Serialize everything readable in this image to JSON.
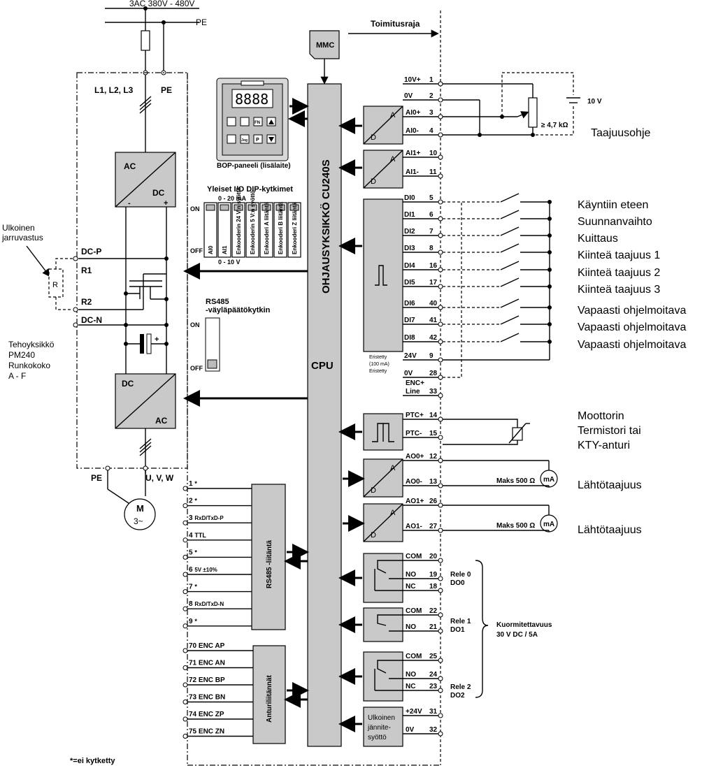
{
  "supply": {
    "voltage": "3AC 380V - 480V",
    "pe": "PE",
    "lines": "L1, L2, L3",
    "pe2": "PE"
  },
  "boundary": {
    "label": "Toimitusraja"
  },
  "mmc": "MMC",
  "bop": {
    "display": "8888",
    "label": "BOP-paneeli (lisälaite)",
    "keys": [
      "FN",
      "P",
      "Jog"
    ]
  },
  "cpu": {
    "title": "OHJAUSYKSIKKÖ CU240S",
    "cpu_label": "CPU"
  },
  "power": {
    "ac": "AC",
    "dc": "DC",
    "minus": "-",
    "plus": "+",
    "ext_brake": [
      "Ulkoinen",
      "jarruvastus"
    ],
    "resistor": "R",
    "dcp": "DC-P",
    "r1": "R1",
    "r2": "R2",
    "dcn": "DC-N",
    "dc2": "DC",
    "ac2": "AC",
    "cap_plus": "+",
    "module": [
      "Tehoyksikkö",
      "PM240",
      "Runkokoko",
      "A - F"
    ],
    "pe_out": "PE",
    "uvw": "U, V, W",
    "motor": "M",
    "motor_phase": "3~"
  },
  "dip": {
    "title": "Yleiset I/O DIP-kytkimet",
    "top_range": "0 - 20 mA",
    "bottom_range": "0 - 10 V",
    "on": "ON",
    "off": "OFF",
    "switches": [
      "AI0",
      "AI1",
      "Enkooderin 24 V:n syöttö",
      "Enkooderin 5 V:n syöttö",
      "Enkooderi A liitäntä",
      "Enkooderi B liitäntä",
      "Enkooderi Z liitäntä"
    ]
  },
  "rs485_switch": {
    "title": [
      "RS485",
      "-väyläpäätökytkin"
    ],
    "on": "ON",
    "off": "OFF"
  },
  "ai": [
    {
      "a": "A",
      "d": "D",
      "pins": [
        {
          "name": "AI0+",
          "num": "3"
        },
        {
          "name": "AI0-",
          "num": "4"
        }
      ]
    },
    {
      "a": "A",
      "d": "D",
      "pins": [
        {
          "name": "AI1+",
          "num": "10"
        },
        {
          "name": "AI1-",
          "num": "11"
        }
      ]
    }
  ],
  "ref": {
    "pins": [
      {
        "name": "10V+",
        "num": "1"
      },
      {
        "name": "0V",
        "num": "2"
      }
    ],
    "source": "10 V",
    "pot": "≥ 4,7 kΩ",
    "label": "Taajuusohje"
  },
  "di": {
    "pins": [
      {
        "name": "DI0",
        "num": "5"
      },
      {
        "name": "DI1",
        "num": "6"
      },
      {
        "name": "DI2",
        "num": "7"
      },
      {
        "name": "DI3",
        "num": "8"
      },
      {
        "name": "DI4",
        "num": "16"
      },
      {
        "name": "DI5",
        "num": "17"
      },
      {
        "name": "DI6",
        "num": "40"
      },
      {
        "name": "DI7",
        "num": "41"
      },
      {
        "name": "DI8",
        "num": "42"
      },
      {
        "name": "24V",
        "num": "9"
      },
      {
        "name": "0V",
        "num": "28"
      },
      {
        "name": "ENC+ Line",
        "num": "33"
      }
    ],
    "labels": [
      "Käyntiin eteen",
      "Suunnanvaihto",
      "Kuittaus",
      "Kiinteä taajuus 1",
      "Kiinteä taajuus 2",
      "Kiinteä taajuus 3",
      "Vapaasti ohjelmoitava",
      "Vapaasti ohjelmoitava",
      "Vapaasti ohjelmoitava"
    ],
    "isolated": [
      "Eristetty",
      "(100 mA)",
      "Eristetty"
    ]
  },
  "ptc": {
    "pins": [
      {
        "name": "PTC+",
        "num": "14"
      },
      {
        "name": "PTC-",
        "num": "15"
      }
    ],
    "label": [
      "Moottorin",
      "Termistori tai",
      "KTY-anturi"
    ]
  },
  "ao": [
    {
      "a": "A",
      "d": "D",
      "pins": [
        {
          "name": "AO0+",
          "num": "12"
        },
        {
          "name": "AO0-",
          "num": "13"
        }
      ],
      "max": "Maks 500 Ω",
      "meter": "mA",
      "label": "Lähtötaajuus"
    },
    {
      "a": "A",
      "d": "D",
      "pins": [
        {
          "name": "AO1+",
          "num": "26"
        },
        {
          "name": "AO1-",
          "num": "27"
        }
      ],
      "max": "Maks 500 Ω",
      "meter": "mA",
      "label": "Lähtötaajuus"
    }
  ],
  "relays": [
    {
      "pins": [
        {
          "name": "COM",
          "num": "20"
        },
        {
          "name": "NO",
          "num": "19"
        },
        {
          "name": "NC",
          "num": "18"
        }
      ],
      "label": [
        "Rele 0",
        "DO0"
      ]
    },
    {
      "pins": [
        {
          "name": "COM",
          "num": "22"
        },
        {
          "name": "NO",
          "num": "21"
        }
      ],
      "label": [
        "Rele 1",
        "DO1"
      ]
    },
    {
      "pins": [
        {
          "name": "COM",
          "num": "25"
        },
        {
          "name": "NO",
          "num": "24"
        },
        {
          "name": "NC",
          "num": "23"
        }
      ],
      "label": [
        "Rele 2",
        "DO2"
      ]
    }
  ],
  "load": [
    "Kuormitettavuus",
    "30 V DC / 5A"
  ],
  "ext_supply": {
    "box": [
      "Ulkoinen",
      "jännite-",
      "syöttö"
    ],
    "pins": [
      {
        "name": "+24V",
        "num": "31"
      },
      {
        "name": "0V",
        "num": "32"
      }
    ]
  },
  "rs485": {
    "box": "RS485 -liitäntä",
    "pins": [
      {
        "num": "1",
        "name": "*"
      },
      {
        "num": "2",
        "name": "*"
      },
      {
        "num": "3",
        "name": "RxD/TxD-P"
      },
      {
        "num": "4",
        "name": "TTL"
      },
      {
        "num": "5",
        "name": "*"
      },
      {
        "num": "6",
        "name": "5V ±10%"
      },
      {
        "num": "7",
        "name": "*"
      },
      {
        "num": "8",
        "name": "RxD/TxD-N"
      },
      {
        "num": "9",
        "name": "*"
      }
    ]
  },
  "encoder": {
    "box": "Anturiliitännät",
    "pins": [
      {
        "num": "70",
        "name": "ENC AP"
      },
      {
        "num": "71",
        "name": "ENC AN"
      },
      {
        "num": "72",
        "name": "ENC BP"
      },
      {
        "num": "73",
        "name": "ENC BN"
      },
      {
        "num": "74",
        "name": "ENC ZP"
      },
      {
        "num": "75",
        "name": "ENC ZN"
      }
    ]
  },
  "footnote": "*=ei kytketty"
}
